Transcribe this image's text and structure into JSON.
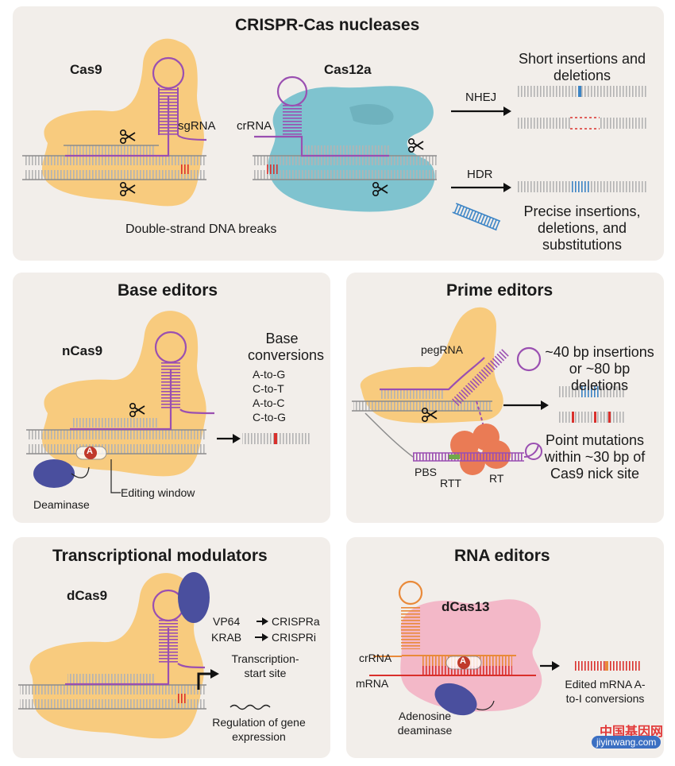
{
  "nucleases": {
    "title": "CRISPR-Cas nucleases",
    "cas9": "Cas9",
    "cas12a": "Cas12a",
    "sgrna": "sgRNA",
    "crrna": "crRNA",
    "nhej": "NHEJ",
    "hdr": "HDR",
    "short_indels": "Short insertions and deletions",
    "precise": "Precise insertions, deletions, and substitutions",
    "dsb": "Double-strand DNA breaks"
  },
  "base_editors": {
    "title": "Base editors",
    "ncas9": "nCas9",
    "conversions_title": "Base conversions",
    "conversions": [
      "A-to-G",
      "C-to-T",
      "A-to-C",
      "C-to-G"
    ],
    "deaminase": "Deaminase",
    "editing_window": "Editing window",
    "base_letter": "A"
  },
  "prime_editors": {
    "title": "Prime editors",
    "pegrna": "pegRNA",
    "indels": "~40 bp insertions or ~80 bp deletions",
    "point": "Point mutations within ~30 bp of Cas9 nick site",
    "pbs": "PBS",
    "rtt": "RTT",
    "rt": "RT"
  },
  "transcriptional": {
    "title": "Transcriptional modulators",
    "dcas9": "dCas9",
    "vp64": "VP64",
    "crispra": "CRISPRa",
    "krab": "KRAB",
    "crispri": "CRISPRi",
    "tss": "Transcription-start site",
    "regulation": "Regulation of gene expression"
  },
  "rna_editors": {
    "title": "RNA editors",
    "dcas13": "dCas13",
    "crrna": "crRNA",
    "mrna": "mRNA",
    "adenosine": "Adenosine deaminase",
    "edited": "Edited mRNA A-to-I conversions",
    "base_letter": "A"
  },
  "watermark": {
    "cn": "中国基因网",
    "url": "jiyinwang.com"
  },
  "colors": {
    "panel": "#f2eeea",
    "protein": "#f8cb7e",
    "cas12a": "#7fc3cf",
    "dcas13": "#f3b8c8",
    "rna": "#9a4fb1",
    "rna_orange": "#e98a3a",
    "dna": "#a8a8a8",
    "edit_red": "#d9302c",
    "edit_blue": "#3d85c6",
    "deaminase": "#4a4f9e",
    "rt": "#ea7b55"
  }
}
